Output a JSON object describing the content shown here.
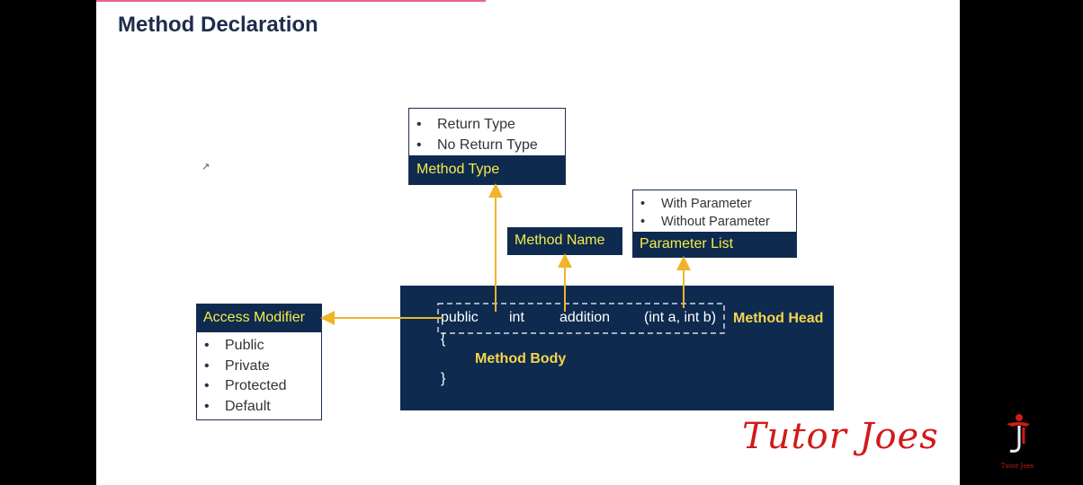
{
  "slide": {
    "title": "Method Declaration"
  },
  "method_type": {
    "items": [
      "Return Type",
      "No Return Type"
    ],
    "header": "Method Type"
  },
  "method_name": {
    "header": "Method Name"
  },
  "parameter_list": {
    "items": [
      "With Parameter",
      "Without Parameter"
    ],
    "header": "Parameter List"
  },
  "access_modifier": {
    "header": "Access Modifier",
    "items": [
      "Public",
      "Private",
      "Protected",
      "Default"
    ]
  },
  "code": {
    "keyword_public": "public",
    "keyword_int": "int",
    "method_identifier": "addition",
    "params": "(int a, int b)",
    "open_brace": "{",
    "close_brace": "}",
    "method_head_label": "Method Head",
    "method_body_label": "Method Body"
  },
  "branding": {
    "logo_text": "Tutor Joes",
    "corner_label": "Tutor Joes"
  },
  "colors": {
    "panel": "#0e2a4f",
    "header_text": "#f5ec4a",
    "arrow": "#f0b429",
    "brand_red": "#d21a1a"
  }
}
